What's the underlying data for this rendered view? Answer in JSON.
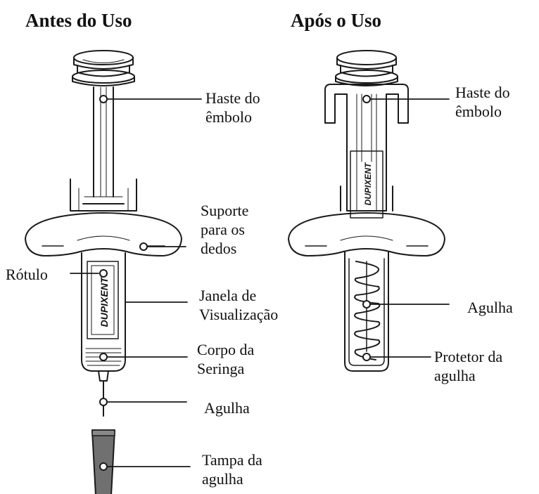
{
  "before": {
    "title": "Antes do Uso",
    "brand": "DUPIXENT",
    "labels": {
      "plunger_rod": [
        "Haste do",
        "êmbolo"
      ],
      "finger_grip": [
        "Suporte",
        "para os",
        "dedos"
      ],
      "label": [
        "Rótulo"
      ],
      "viewing_window": [
        "Janela de",
        "Visualização"
      ],
      "syringe_body": [
        "Corpo da",
        "Seringa"
      ],
      "needle": [
        "Agulha"
      ],
      "needle_cap": [
        "Tampa da",
        "agulha"
      ]
    }
  },
  "after": {
    "title": "Após o Uso",
    "brand": "DUPIXENT",
    "labels": {
      "plunger_rod": [
        "Haste do",
        "êmbolo"
      ],
      "needle": [
        "Agulha"
      ],
      "needle_shield": [
        "Protetor da",
        "agulha"
      ]
    }
  },
  "colors": {
    "line": "#1a1a1a",
    "cap": "#707070",
    "text": "#111111"
  }
}
